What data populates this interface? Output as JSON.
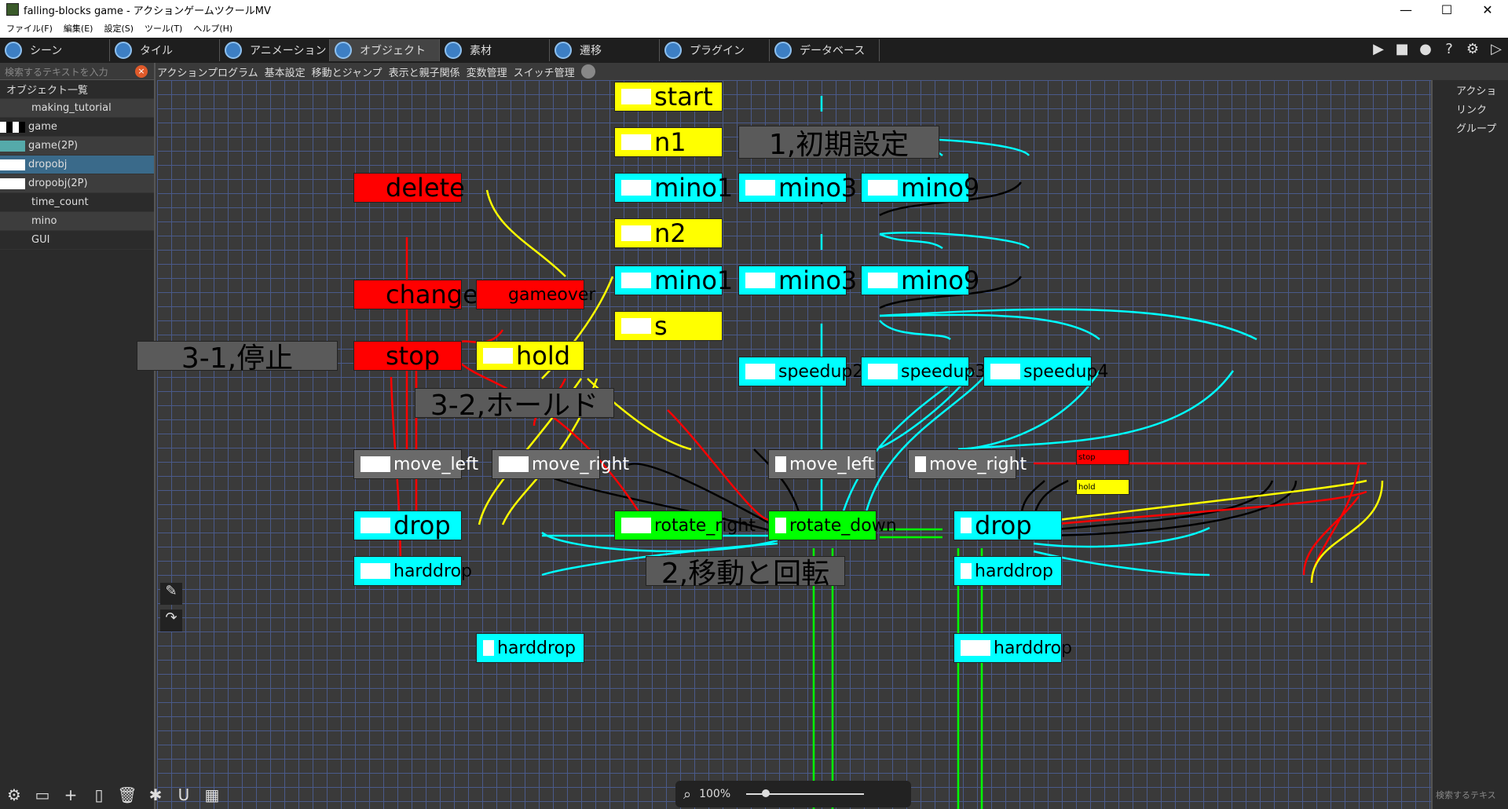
{
  "window": {
    "title": "falling-blocks game - アクションゲームツクールMV",
    "minimize": "—",
    "maximize": "☐",
    "close": "✕"
  },
  "menu": [
    "ファイル(F)",
    "編集(E)",
    "設定(S)",
    "ツール(T)",
    "ヘルプ(H)"
  ],
  "main_tabs": [
    "シーン",
    "タイル",
    "アニメーション",
    "オブジェクト",
    "素材",
    "遷移",
    "プラグイン",
    "データベース"
  ],
  "active_tab": "オブジェクト",
  "left_panel": {
    "search_placeholder": "検索するテキストを入力",
    "items": [
      "オブジェクト一覧",
      "making_tutorial",
      "game",
      "game(2P)",
      "dropobj",
      "dropobj(2P)",
      "time_count",
      "mino",
      "GUI"
    ],
    "selected": "dropobj"
  },
  "sub_tabs": [
    "アクションプログラム",
    "基本設定",
    "移動とジャンプ",
    "表示と親子関係",
    "変数管理",
    "スイッチ管理"
  ],
  "right_panel": {
    "items": [
      "アクショ",
      "リンク",
      "グループ"
    ],
    "search": "検索するテキス"
  },
  "nodes": {
    "start": "start",
    "n1": "n1",
    "mino1a": "mino1",
    "mino3a": "mino3",
    "mino9a": "mino9",
    "n2": "n2",
    "mino1b": "mino1",
    "mino3b": "mino3",
    "mino9b": "mino9",
    "s": "s",
    "speedup2": "speedup2",
    "speedup3": "speedup3",
    "speedup4": "speedup4",
    "delete": "delete",
    "change": "change",
    "gameover": "gameover",
    "stop": "stop",
    "hold": "hold",
    "move_left_l": "move_left",
    "move_right_l": "move_right",
    "drop_l": "drop",
    "harddrop_l": "harddrop",
    "rotate_right": "rotate_right",
    "rotate_down": "rotate_down",
    "move_left_r": "move_left",
    "move_right_r": "move_right",
    "drop_r": "drop",
    "harddrop_r": "harddrop",
    "stop_small": "stop",
    "hold_small": "hold",
    "harddrop_b1": "harddrop",
    "harddrop_b2": "harddrop"
  },
  "labels": {
    "init": "1,初期設定",
    "move_rotate": "2,移動と回転",
    "stop31": "3-1,停止",
    "hold32": "3-2,ホールド"
  },
  "zoom": "100%"
}
